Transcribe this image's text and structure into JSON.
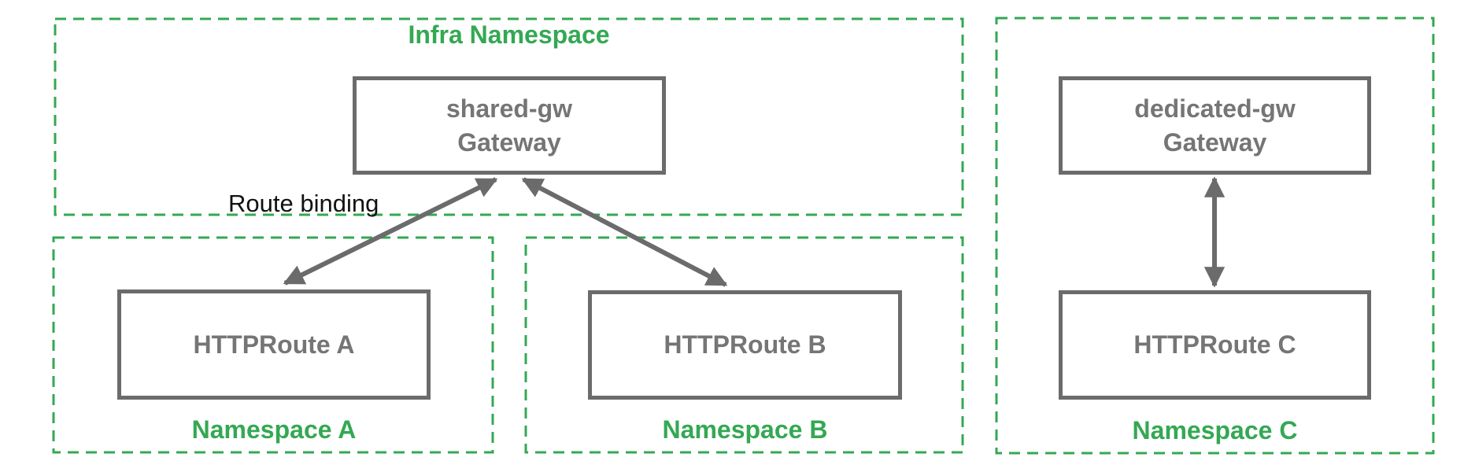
{
  "diagram": {
    "infra_namespace": {
      "label": "Infra Namespace"
    },
    "nodes": {
      "shared_gw": {
        "line1": "shared-gw",
        "line2": "Gateway"
      },
      "dedicated_gw": {
        "line1": "dedicated-gw",
        "line2": "Gateway"
      },
      "route_a": {
        "label": "HTTPRoute A"
      },
      "route_b": {
        "label": "HTTPRoute B"
      },
      "route_c": {
        "label": "HTTPRoute C"
      }
    },
    "namespaces": {
      "a": {
        "label": "Namespace A"
      },
      "b": {
        "label": "Namespace B"
      },
      "c": {
        "label": "Namespace C"
      }
    },
    "annotation": "Route binding",
    "edges": [
      {
        "from": "HTTPRoute A",
        "to": "shared-gw Gateway",
        "style": "double-arrow",
        "label": "Route binding"
      },
      {
        "from": "HTTPRoute B",
        "to": "shared-gw Gateway",
        "style": "double-arrow"
      },
      {
        "from": "HTTPRoute C",
        "to": "dedicated-gw Gateway",
        "style": "double-arrow"
      }
    ]
  },
  "colors": {
    "namespace_green": "#34a853",
    "node_border_gray": "#6b6b6b",
    "node_text_gray": "#757575",
    "arrow_gray": "#6b6b6b",
    "annotation_black": "#111111"
  }
}
